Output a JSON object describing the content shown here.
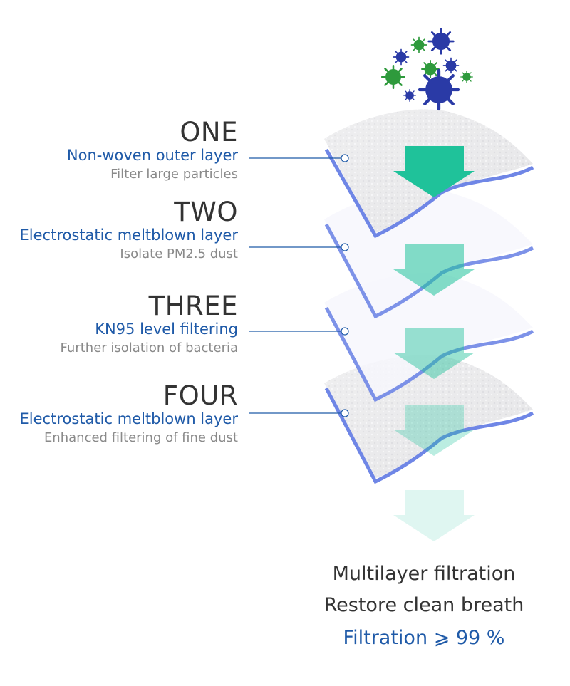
{
  "layers": [
    {
      "number": "ONE",
      "title": "Non-woven outer layer",
      "description": "Filter large particles"
    },
    {
      "number": "TWO",
      "title": "Electrostatic meltblown layer",
      "description": "Isolate PM2.5 dust"
    },
    {
      "number": "THREE",
      "title": "KN95 level filtering",
      "description": "Further isolation of bacteria"
    },
    {
      "number": "FOUR",
      "title": "Electrostatic meltblown layer",
      "description": "Enhanced filtering of fine dust"
    }
  ],
  "footer": {
    "line1": "Multilayer filtration",
    "line2": "Restore clean breath",
    "highlight": "Filtration ⩾ 99 %"
  },
  "colors": {
    "accent_blue": "#1f5aa8",
    "layer_edge": "#6f86e6",
    "arrow_green": "#1fc29a",
    "virus_blue": "#2a3aa6",
    "virus_green": "#2e9a3c"
  }
}
